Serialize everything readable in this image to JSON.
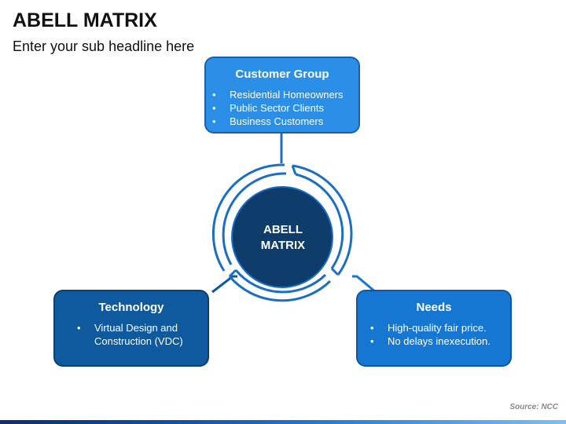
{
  "header": {
    "title": "ABELL MATRIX",
    "subtitle": "Enter your sub headline here"
  },
  "center": {
    "line1": "ABELL",
    "line2": "MATRIX"
  },
  "customer_group": {
    "title": "Customer Group",
    "items": [
      "Residential Homeowners",
      "Public Sector Clients",
      "Business Customers"
    ]
  },
  "technology": {
    "title": "Technology",
    "items": [
      "Virtual Design and Construction (VDC)"
    ]
  },
  "needs": {
    "title": "Needs",
    "items": [
      "High-quality fair price.",
      "No delays inexecution."
    ]
  },
  "footer": {
    "source": "Source: NCC"
  },
  "colors": {
    "customer_box": "#2b8fe8",
    "technology_box": "#0f5a9e",
    "needs_box": "#1677d2",
    "center_circle": "#0f3d6b",
    "ring": "#1a6fc4"
  }
}
